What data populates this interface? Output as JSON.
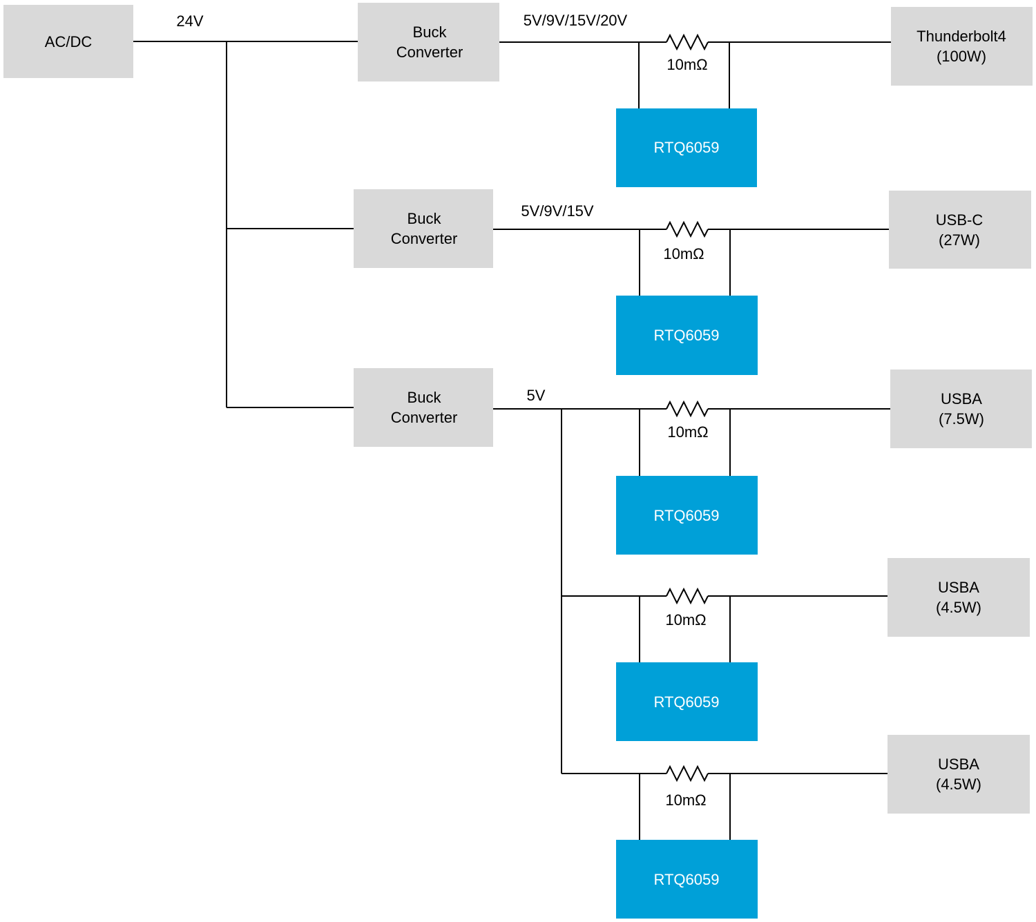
{
  "source": {
    "label": "AC/DC",
    "bus_voltage": "24V"
  },
  "buck_converters": [
    {
      "label_line1": "Buck",
      "label_line2": "Converter",
      "output_voltage": "5V/9V/15V/20V"
    },
    {
      "label_line1": "Buck",
      "label_line2": "Converter",
      "output_voltage": "5V/9V/15V"
    },
    {
      "label_line1": "Buck",
      "label_line2": "Converter",
      "output_voltage": "5V"
    }
  ],
  "ports": [
    {
      "name": "Thunderbolt4",
      "power": "(100W)",
      "sense_resistor": "10mΩ",
      "monitor": "RTQ6059"
    },
    {
      "name": "USB-C",
      "power": "(27W)",
      "sense_resistor": "10mΩ",
      "monitor": "RTQ6059"
    },
    {
      "name": "USBA",
      "power": "(7.5W)",
      "sense_resistor": "10mΩ",
      "monitor": "RTQ6059"
    },
    {
      "name": "USBA",
      "power": "(4.5W)",
      "sense_resistor": "10mΩ",
      "monitor": "RTQ6059"
    },
    {
      "name": "USBA",
      "power": "(4.5W)",
      "sense_resistor": "10mΩ",
      "monitor": "RTQ6059"
    }
  ],
  "colors": {
    "block_gray": "#d9d9d9",
    "monitor_blue": "#00a0d8",
    "wire": "#000000"
  }
}
